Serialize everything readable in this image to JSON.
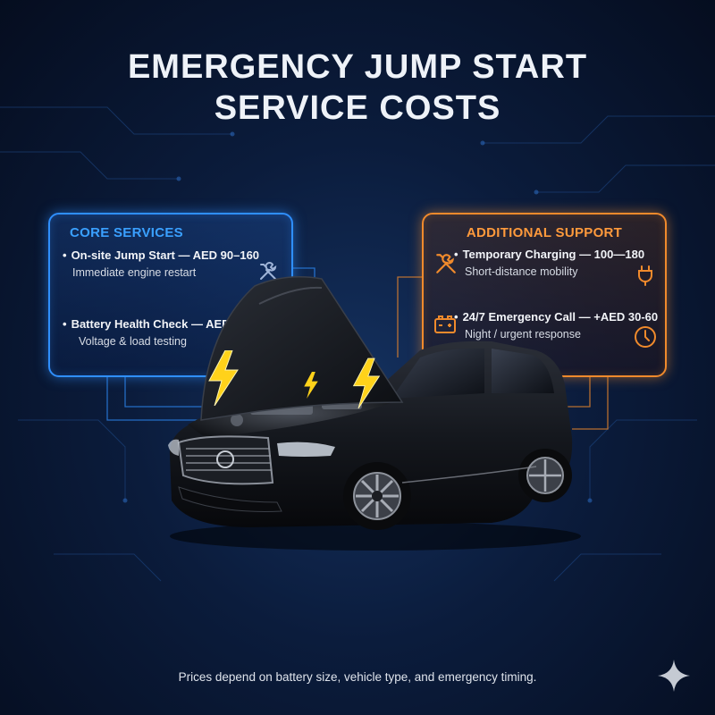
{
  "title": {
    "line1": "EMERGENCY JUMP START",
    "line2": "SERVICE COSTS"
  },
  "core": {
    "heading": "CORE SERVICES",
    "items": [
      {
        "main": "On-site Jump Start — AED 90–160",
        "sub": "Immediate engine restart"
      },
      {
        "main": "Battery Health Check — AED",
        "sub": "Voltage & load testing"
      }
    ]
  },
  "additional": {
    "heading": "ADDITIONAL SUPPORT",
    "items": [
      {
        "main": "Temporary Charging — 100—180",
        "sub": "Short-distance mobility"
      },
      {
        "main": "24/7 Emergency Call — +AED 30-60",
        "sub": "Night / urgent response"
      }
    ]
  },
  "footer": "Prices depend on battery size, vehicle type, and emergency timing.",
  "icons": [
    "wrench-screwdriver-icon",
    "plug-icon",
    "tools-icon",
    "battery-icon",
    "clock-icon",
    "lightning-icon",
    "sparkle-icon"
  ],
  "colors": {
    "core_accent": "#2f8fff",
    "additional_accent": "#f08a2c",
    "lightning": "#ffd21a"
  }
}
